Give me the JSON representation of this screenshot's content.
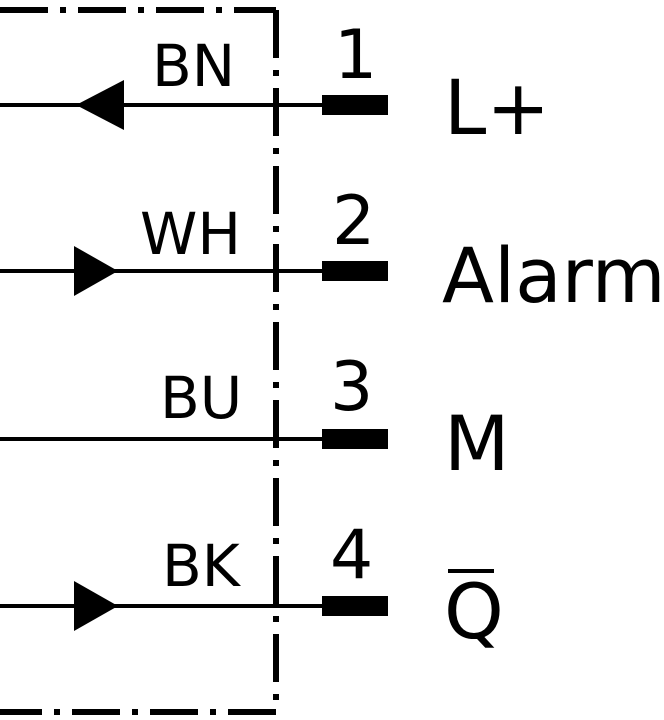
{
  "pins": [
    {
      "number": "1",
      "wire_color": "BN",
      "signal": "L+",
      "direction": "in",
      "overline": false
    },
    {
      "number": "2",
      "wire_color": "WH",
      "signal": "Alarm",
      "direction": "out",
      "overline": false
    },
    {
      "number": "3",
      "wire_color": "BU",
      "signal": "M",
      "direction": "none",
      "overline": false
    },
    {
      "number": "4",
      "wire_color": "BK",
      "signal": "Q",
      "direction": "out",
      "overline": true
    }
  ]
}
